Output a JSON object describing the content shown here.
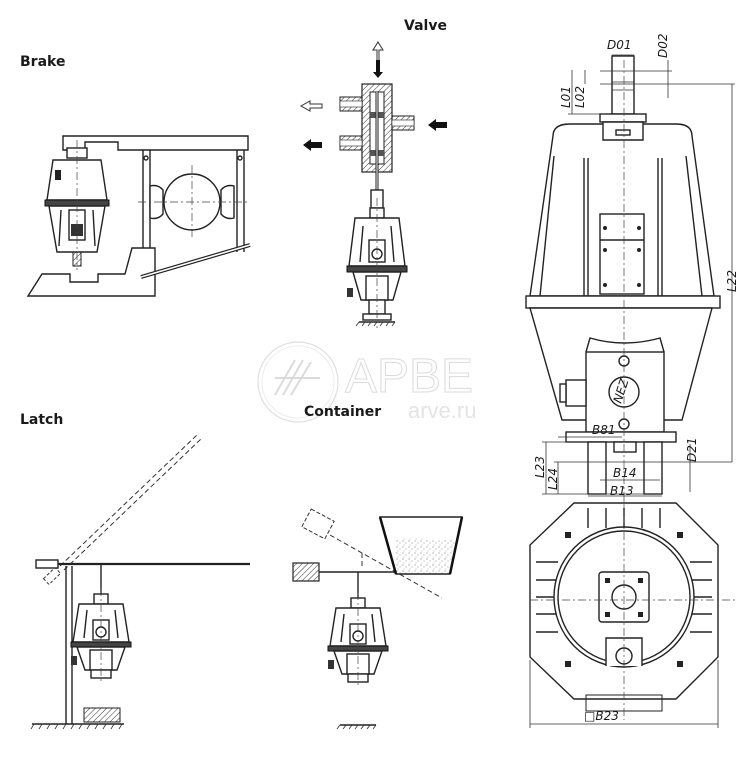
{
  "panels": {
    "brake": {
      "title": "Brake"
    },
    "valve": {
      "title": "Valve"
    },
    "latch": {
      "title": "Latch"
    },
    "container": {
      "title": "Container"
    }
  },
  "dimensions": {
    "d01": "D01",
    "d02": "D02",
    "l01": "L01",
    "l02": "L02",
    "l22": "L22",
    "b81": "B81",
    "d21": "D21",
    "l23": "L23",
    "l24": "L24",
    "b14": "B14",
    "b13": "B13",
    "b23": "□B23"
  },
  "nameplate_marking": "NEZ",
  "watermark": {
    "brand": "APBE",
    "site": "arve.ru"
  }
}
